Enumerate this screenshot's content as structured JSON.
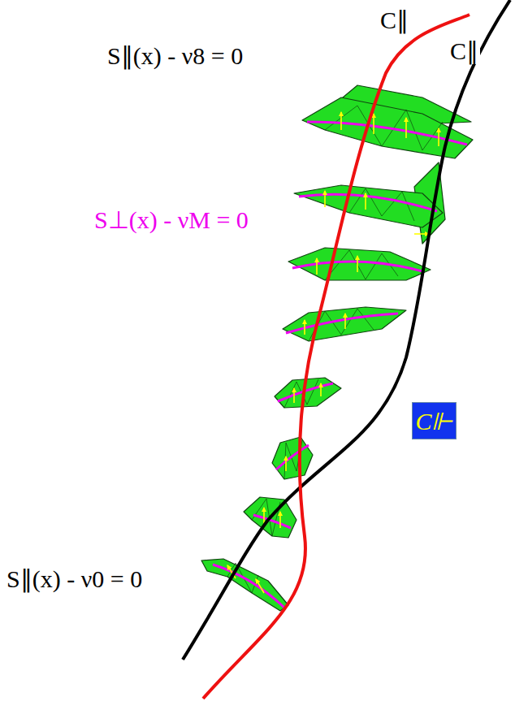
{
  "diagram": {
    "nodes": [
      {
        "text": [
          "C⊩"
        ]
      }
    ],
    "labels": [
      "S∥(x) - ν8 = 0",
      "C∥",
      "C∥",
      "S⊥(x) - νM = 0",
      "S∥(x) - ν0 = 0"
    ]
  }
}
